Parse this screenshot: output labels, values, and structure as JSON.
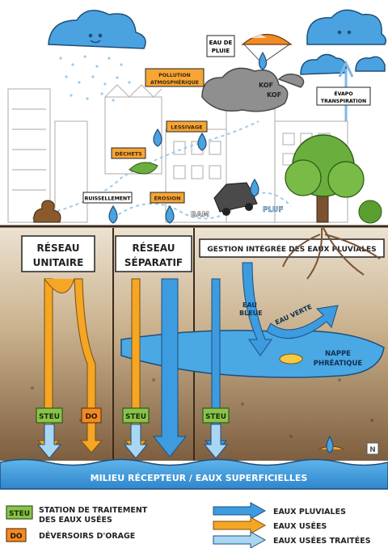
{
  "palette": {
    "sky_cloud": "#4aa3e0",
    "pluvial": "#3d9be0",
    "usees": "#f5a623",
    "traitees": "#a9d6f2",
    "steu_green": "#8bc34a",
    "do_orange": "#f08a24",
    "ground_top": "#d9c9ad",
    "ground_bottom": "#7a5c3e",
    "water": "#3d9be0",
    "label_bg": "#f7a535"
  },
  "sky": {
    "labels": {
      "eau_de_pluie": [
        "EAU DE",
        "PLUIE"
      ],
      "pollution": [
        "POLLUTION",
        "ATMOSPHÉRIQUE"
      ],
      "evapo": [
        "ÉVAPO",
        "TRANSPIRATION"
      ],
      "lessivage": "LESSIVAGE",
      "dechets": "DÉCHETS",
      "ruissellement": "RUISSELLEMENT",
      "erosion": "ÉROSION",
      "kof": [
        "KOF",
        "KOF"
      ],
      "bam": "BAM",
      "pluf": "PLUF"
    }
  },
  "sections": {
    "unitaire": [
      "RÉSEAU",
      "UNITAIRE"
    ],
    "separatif": [
      "RÉSEAU",
      "SÉPARATIF"
    ],
    "gestion": "GESTION INTÉGRÉE DES EAUX PLUVIALES"
  },
  "underground": {
    "eau_bleue": [
      "EAU",
      "BLEUE"
    ],
    "eau_verte": "EAU VERTE",
    "nappe": [
      "NAPPE",
      "PHRÉATIQUE"
    ],
    "steu_1": "STEU",
    "do_1": "DO",
    "steu_2": "STEU",
    "steu_3": "STEU"
  },
  "milieu": "MILIEU RÉCEPTEUR / EAUX SUPERFICIELLES",
  "signature": "N",
  "legend": {
    "steu_tag": "STEU",
    "steu_text": [
      "STATION DE TRAITEMENT",
      "DES EAUX USÉES"
    ],
    "do_tag": "DO",
    "do_text": "DÉVERSOIRS D'ORAGE",
    "pluviales": "EAUX PLUVIALES",
    "usees": "EAUX USÉES",
    "traitees": "EAUX USÉES TRAITÉES"
  }
}
